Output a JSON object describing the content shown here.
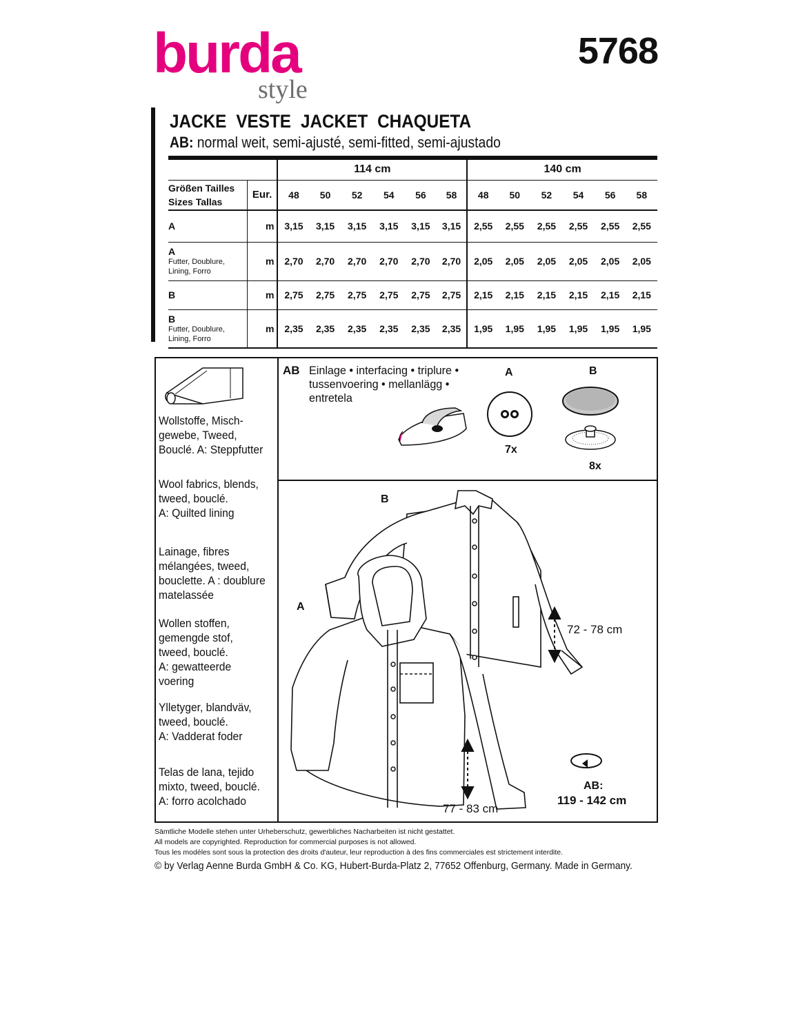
{
  "brand": {
    "name": "burda",
    "sub": "style",
    "color": "#e5007e"
  },
  "pattern_number": "5768",
  "title": "JACKE  VESTE  JACKET  CHAQUETA",
  "subtitle_prefix": "AB:",
  "subtitle": " normal weit, semi-ajusté, semi-fitted, semi-ajustado",
  "table": {
    "width_114": "114 cm",
    "width_140": "140 cm",
    "size_label_1": "Größen  Tailles",
    "size_label_2": "Sizes  Tallas",
    "eur": "Eur.",
    "sizes": [
      "48",
      "50",
      "52",
      "54",
      "56",
      "58",
      "48",
      "50",
      "52",
      "54",
      "56",
      "58"
    ],
    "rows": [
      {
        "view": "A",
        "note": "",
        "unit": "m",
        "values": [
          "3,15",
          "3,15",
          "3,15",
          "3,15",
          "3,15",
          "3,15",
          "2,55",
          "2,55",
          "2,55",
          "2,55",
          "2,55",
          "2,55"
        ]
      },
      {
        "view": "A",
        "note": "Futter, Doublure, Lining, Forro",
        "unit": "m",
        "values": [
          "2,70",
          "2,70",
          "2,70",
          "2,70",
          "2,70",
          "2,70",
          "2,05",
          "2,05",
          "2,05",
          "2,05",
          "2,05",
          "2,05"
        ]
      },
      {
        "view": "B",
        "note": "",
        "unit": "m",
        "values": [
          "2,75",
          "2,75",
          "2,75",
          "2,75",
          "2,75",
          "2,75",
          "2,15",
          "2,15",
          "2,15",
          "2,15",
          "2,15",
          "2,15"
        ]
      },
      {
        "view": "B",
        "note": "Futter, Doublure, Lining, Forro",
        "unit": "m",
        "values": [
          "2,35",
          "2,35",
          "2,35",
          "2,35",
          "2,35",
          "2,35",
          "1,95",
          "1,95",
          "1,95",
          "1,95",
          "1,95",
          "1,95"
        ]
      }
    ]
  },
  "fabrics": [
    [
      "Wollstoffe, Misch-",
      "gewebe, Tweed,",
      "Bouclé. A: Steppfutter"
    ],
    [
      "Wool fabrics, blends,",
      "tweed, bouclé.",
      "A: Quilted lining"
    ],
    [
      "Lainage, fibres",
      "mélangées, tweed,",
      "bouclette. A : doublure",
      "matelassée"
    ],
    [
      "Wollen stoffen,",
      "gemengde stof,",
      "tweed, bouclé.",
      "A: gewatteerde",
      "voering"
    ],
    [
      "Ylletyger, blandväv,",
      "tweed, bouclé.",
      "A: Vadderat foder"
    ],
    [
      "Telas de lana, tejido",
      "mixto, tweed, bouclé.",
      "A: forro acolchado"
    ]
  ],
  "notions": {
    "label": "AB",
    "lines": [
      "Einlage • interfacing • triplure •",
      "tussenvoering • mellanlägg •",
      "entretela"
    ],
    "button_a_label": "A",
    "button_a_count": "7x",
    "button_b_label": "B",
    "button_b_count": "8x"
  },
  "views": {
    "b_label": "B",
    "b_length": "72 - 78 cm",
    "a_label": "A",
    "a_length": "77 - 83 cm",
    "hip_label": "AB:",
    "hip_range": "119 - 142 cm"
  },
  "copyright": [
    "Sämtliche Modelle stehen unter Urheberschutz, gewerbliches Nacharbeiten ist nicht gestattet.",
    "All models are copyrighted. Reproduction for commercial purposes is not allowed.",
    "Tous les modèles sont sous la protection des droits d'auteur, leur reproduction à des fins commerciales est strictement interdite."
  ],
  "publisher": "© by Verlag Aenne Burda GmbH & Co. KG, Hubert-Burda-Platz 2, 77652 Offenburg, Germany. Made in Germany."
}
